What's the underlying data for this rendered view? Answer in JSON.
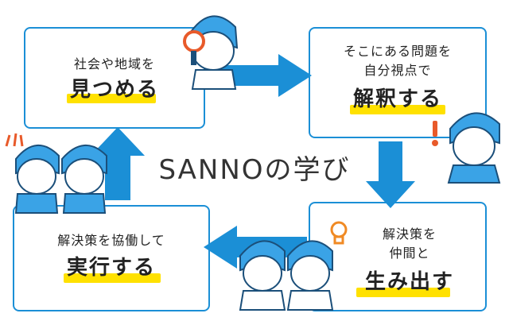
{
  "title": "SANNOの学び",
  "colors": {
    "accent": "#1b8fd6",
    "highlight": "#ffe100",
    "hair": "#3aa3e6",
    "text": "#222222"
  },
  "steps": [
    {
      "small": [
        "社会や地域を"
      ],
      "big": "見つめる"
    },
    {
      "small": [
        "そこにある問題を",
        "自分視点で"
      ],
      "big": "解釈する"
    },
    {
      "small": [
        "解決策を",
        "仲間と"
      ],
      "big": "生み出す"
    },
    {
      "small": [
        "解決策を協働して"
      ],
      "big": "実行する"
    }
  ],
  "icons": [
    "magnifier-icon",
    "exclamation-icon",
    "lightbulb-icon",
    "sweat-icon"
  ]
}
